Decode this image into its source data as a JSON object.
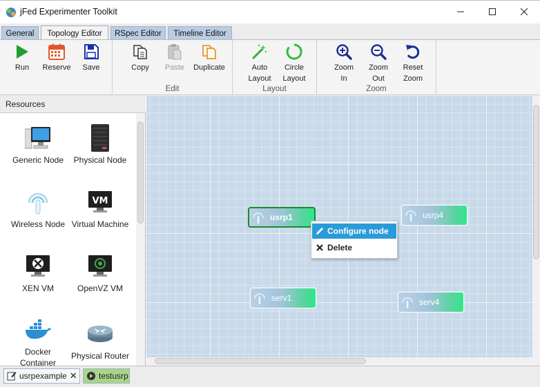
{
  "window": {
    "title": "jFed Experimenter Toolkit"
  },
  "main_tabs": [
    {
      "label": "General",
      "active": false
    },
    {
      "label": "Topology Editor",
      "active": true
    },
    {
      "label": "RSpec Editor",
      "active": false
    },
    {
      "label": "Timeline Editor",
      "active": false
    }
  ],
  "toolbar": {
    "run": "Run",
    "reserve": "Reserve",
    "save": "Save",
    "copy": "Copy",
    "paste": "Paste",
    "duplicate": "Duplicate",
    "edit_group": "Edit",
    "auto_layout": "Auto\nLayout",
    "circle_layout": "Circle\nLayout",
    "layout_group": "Layout",
    "zoom_in": "Zoom\nIn",
    "zoom_out": "Zoom\nOut",
    "reset_zoom": "Reset\nZoom",
    "zoom_group": "Zoom"
  },
  "resources": {
    "header": "Resources",
    "items": [
      {
        "label": "Generic Node",
        "icon": "desktop-computer-icon"
      },
      {
        "label": "Physical Node",
        "icon": "server-rack-icon"
      },
      {
        "label": "Wireless Node",
        "icon": "wireless-antenna-icon"
      },
      {
        "label": "Virtual Machine",
        "icon": "vm-icon"
      },
      {
        "label": "XEN VM",
        "icon": "xen-vm-icon"
      },
      {
        "label": "OpenVZ VM",
        "icon": "openvz-vm-icon"
      },
      {
        "label": "Docker\nContainer",
        "icon": "docker-icon"
      },
      {
        "label": "Physical Router",
        "icon": "router-icon"
      }
    ]
  },
  "canvas": {
    "nodes": [
      {
        "label": "usrp1",
        "selected": true
      },
      {
        "label": "usrp4",
        "selected": false
      },
      {
        "label": "serv1",
        "selected": false
      },
      {
        "label": "serv4",
        "selected": false
      }
    ]
  },
  "context_menu": {
    "configure": "Configure node",
    "delete": "Delete"
  },
  "bottom_tabs": [
    {
      "label": "usrpexample",
      "closable": true
    },
    {
      "label": "testusrp",
      "closable": false
    }
  ],
  "colors": {
    "run_green": "#1e9e2e",
    "reserve_orange": "#e2572b",
    "save_blue": "#1b2fa8",
    "zoom_navy": "#1c2d8f",
    "selection_green": "#1a8a2b",
    "menu_highlight": "#2a9bd8",
    "node_gradient_end": "#2ee88a"
  }
}
